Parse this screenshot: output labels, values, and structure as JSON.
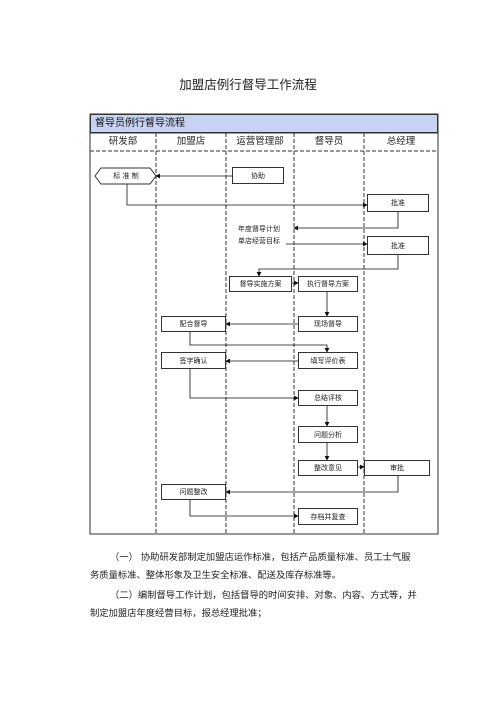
{
  "doc_title": "加盟店例行督导工作流程",
  "chart_title": "督导员例行督导流程",
  "lanes": [
    "研发部",
    "加盟店",
    "运营管理部",
    "督导员",
    "总经理"
  ],
  "nodes": {
    "standard": "标 准 制",
    "assist": "协助",
    "approve1": "批准",
    "plan_line1": "年度督导计划",
    "plan_line2": "单店经营目标",
    "approve2": "批准",
    "implement_plan": "督导实施方案",
    "execute_plan": "执行督导方案",
    "cooperate": "配合督导",
    "onsite": "现场督导",
    "sign_confirm": "签字确认",
    "fill_form": "填写评价表",
    "summary": "总结评核",
    "problem_analysis": "问题分析",
    "rectify_opinion": "整改意见",
    "review": "审批",
    "problem_rectify": "问题整改",
    "archive": "存档并复查"
  },
  "paragraphs": {
    "p1_line1": "（一）  协助研发部制定加盟店运作标准，包括产品质量标准、员工士气服",
    "p1_line2": "务质量标准、整体形象及卫生安全标准、配送及库存标准等。",
    "p2_line1": "（二）编制督导工作计划，包括督导的时间安排、对象、内容、方式等，并",
    "p2_line2": "制定加盟店年度经营目标，报总经理批准；"
  }
}
